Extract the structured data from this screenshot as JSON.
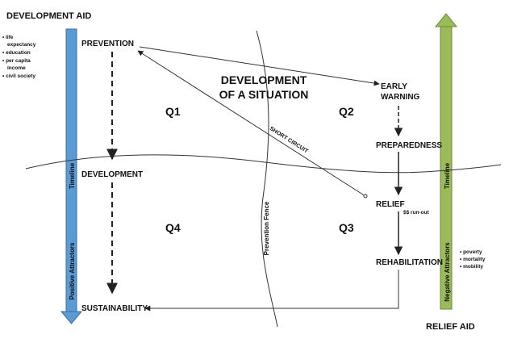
{
  "titles": {
    "left": "DEVELOPMENT AID",
    "right": "RELIEF AID",
    "center_line1": "DEVELOPMENT",
    "center_line2": "OF A SITUATION"
  },
  "nodes": {
    "prevention": "PREVENTION",
    "development": "DEVELOPMENT",
    "sustainability": "SUSTAINABILITY",
    "early_warning_1": "EARLY",
    "early_warning_2": "WARNING",
    "preparedness": "PREPAREDNESS",
    "relief": "RELIEF",
    "rehabilitation": "REHABILITATION"
  },
  "quadrants": {
    "q1": "Q1",
    "q2": "Q2",
    "q3": "Q3",
    "q4": "Q4"
  },
  "labels": {
    "short_circuit": "SHORT CIRCUIT",
    "runout": "$$ run-out",
    "prevention_fence": "Prevention Fence",
    "timeline_left": "Timeline",
    "timeline_right": "Timeline",
    "positive_attractors": "Positive Attractors",
    "negative_attractors": "Negative Attractors"
  },
  "left_bullets": [
    "• life",
    "expectancy",
    "• education",
    "• per capita",
    "income",
    "• civil society"
  ],
  "right_bullets": [
    "• poverty",
    "• mortality",
    "• mobility"
  ],
  "colors": {
    "blue_arrow": "#5b9bd5",
    "green_arrow": "#9bbb59",
    "lines": "#333333"
  }
}
